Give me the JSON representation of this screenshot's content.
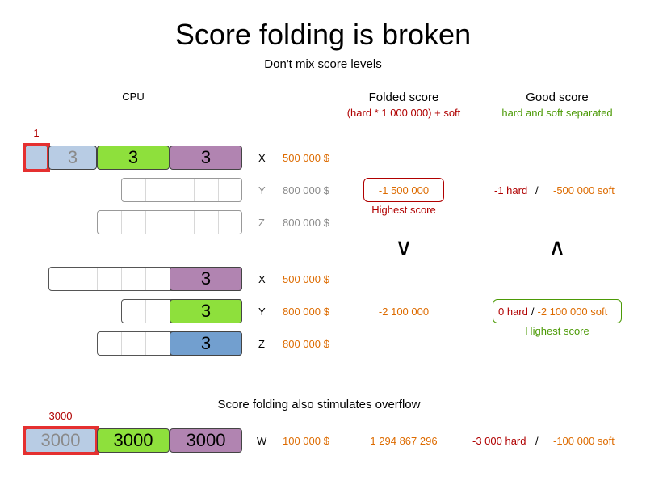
{
  "header": {
    "title": "Score folding is broken",
    "subtitle": "Don't mix score levels"
  },
  "columns": {
    "cpu": "CPU",
    "folded_title": "Folded score",
    "folded_formula": "(hard * 1 000 000) + soft",
    "good_title": "Good score",
    "good_note": "hard and soft separated"
  },
  "capacity_marker_top": "1",
  "scenario1": {
    "rows": [
      {
        "computer": "X",
        "cost": "500 000 $",
        "blocks": [
          "3",
          "3",
          "3"
        ]
      },
      {
        "computer": "Y",
        "cost": "800 000 $"
      },
      {
        "computer": "Z",
        "cost": "800 000 $"
      }
    ],
    "folded_value": "-1 500 000",
    "folded_highest": "Highest score",
    "good_hard": "-1 hard",
    "good_soft": "-500 000 soft",
    "slash": "/"
  },
  "comparison": {
    "folded_symbol": "∨",
    "good_symbol": "∧"
  },
  "scenario2": {
    "rows": [
      {
        "computer": "X",
        "cost": "500 000 $",
        "block": "3"
      },
      {
        "computer": "Y",
        "cost": "800 000 $",
        "block": "3"
      },
      {
        "computer": "Z",
        "cost": "800 000 $",
        "block": "3"
      }
    ],
    "folded_value": "-2 100 000",
    "good_hard": "0 hard",
    "good_soft": "-2 100 000 soft",
    "good_highest": "Highest score",
    "slash": "/"
  },
  "overflow": {
    "heading": "Score folding also stimulates overflow",
    "capacity_marker": "3000",
    "blocks": [
      "3000",
      "3000",
      "3000"
    ],
    "computer": "W",
    "cost": "100 000 $",
    "folded_value": "1 294 867 296",
    "good_hard": "-3 000 hard",
    "good_soft": "-100 000 soft",
    "slash": "/"
  },
  "colors": {
    "dark_red": "#b00000",
    "green": "#4c9a06",
    "orange": "#dd6b00",
    "overflow_red": "#e53030",
    "light_blue": "#b8cce4",
    "lime": "#8ee03c",
    "purple": "#b184b1",
    "blue": "#729fcf"
  }
}
